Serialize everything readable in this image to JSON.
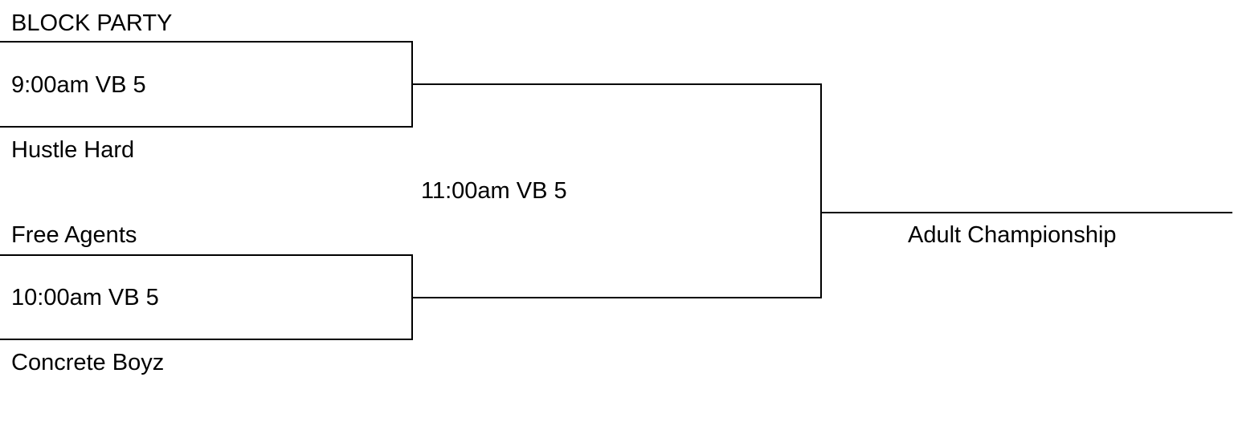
{
  "bracket": {
    "line_color": "#000000",
    "round1": [
      {
        "top_team": "BLOCK PARTY",
        "time": "9:00am VB 5",
        "bottom_team": "Hustle Hard"
      },
      {
        "top_team": "Free Agents",
        "time": "10:00am VB 5",
        "bottom_team": "Concrete Boyz"
      }
    ],
    "final": {
      "time": "11:00am VB 5"
    },
    "champion_label": "Adult Championship"
  }
}
